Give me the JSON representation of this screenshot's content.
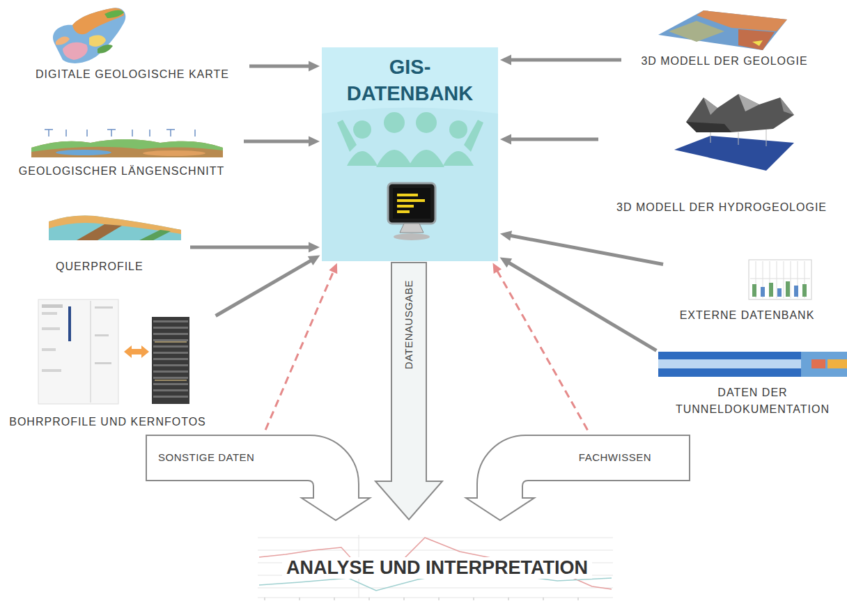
{
  "diagram": {
    "nodes": [
      {
        "text": [
          "GIS- DATENBANK"
        ]
      },
      {
        "text": [
          "DIGITALE GEOLOGISCHE KARTE"
        ]
      },
      {
        "text": [
          "GEOLOGISCHER LÄNGENSCHNITT"
        ]
      },
      {
        "text": [
          "QUERPROFILE"
        ]
      },
      {
        "text": [
          "BOHRPROFILE UND KERNFOTOS"
        ]
      },
      {
        "text": [
          "3D MODELL DER GEOLOGIE"
        ]
      },
      {
        "text": [
          "3D MODELL DER HYDROGEOLOGIE"
        ]
      },
      {
        "text": [
          "EXTERNE DATENBANK"
        ]
      },
      {
        "text": [
          "DATEN DER TUNNELDOKUMENTATION"
        ]
      },
      {
        "text": [
          "DATENAUSGABE"
        ]
      },
      {
        "text": [
          "SONSTIGE DATEN"
        ]
      },
      {
        "text": [
          "FACHWISSEN"
        ]
      },
      {
        "text": [
          "ANALYSE UND INTERPRETATION"
        ]
      }
    ],
    "edges": [
      {
        "from": 1,
        "to": 0,
        "arrow": "to"
      },
      {
        "from": 2,
        "to": 0,
        "arrow": "to"
      },
      {
        "from": 3,
        "to": 0,
        "arrow": "to"
      },
      {
        "from": 4,
        "to": 0,
        "arrow": "to"
      },
      {
        "from": 5,
        "to": 0,
        "arrow": "to"
      },
      {
        "from": 6,
        "to": 0,
        "arrow": "to"
      },
      {
        "from": 7,
        "to": 0,
        "arrow": "to"
      },
      {
        "from": 8,
        "to": 0,
        "arrow": "to"
      },
      {
        "from": 10,
        "to": 0,
        "arrow": "to"
      },
      {
        "from": 11,
        "to": 0,
        "arrow": "to"
      }
    ]
  }
}
